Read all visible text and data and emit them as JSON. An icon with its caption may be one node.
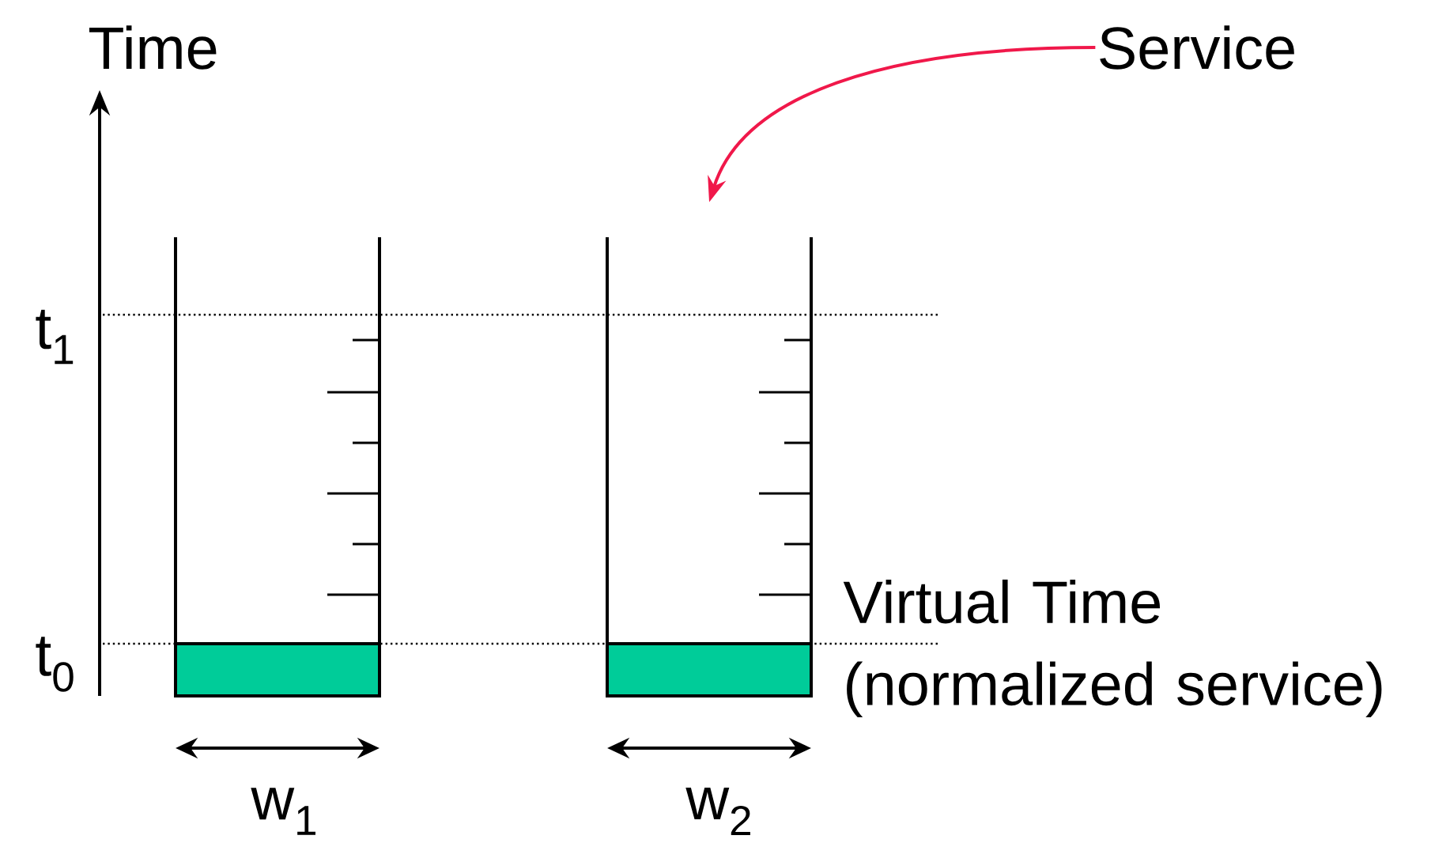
{
  "diagram": {
    "nodes": [
      {
        "text": [
          "Service"
        ]
      },
      {
        "text": [],
        "shape": "box"
      },
      {
        "text": [],
        "shape": "box"
      }
    ],
    "edges": [
      {
        "from": 0,
        "to": 2,
        "arrow": "to",
        "color": "#f0184a"
      }
    ],
    "labels": [
      "Time",
      "t$_{1}$",
      "t$_{0}$",
      "Virtual Time (normalized service)",
      "w$_{1}$",
      "w$_{2}$"
    ]
  }
}
